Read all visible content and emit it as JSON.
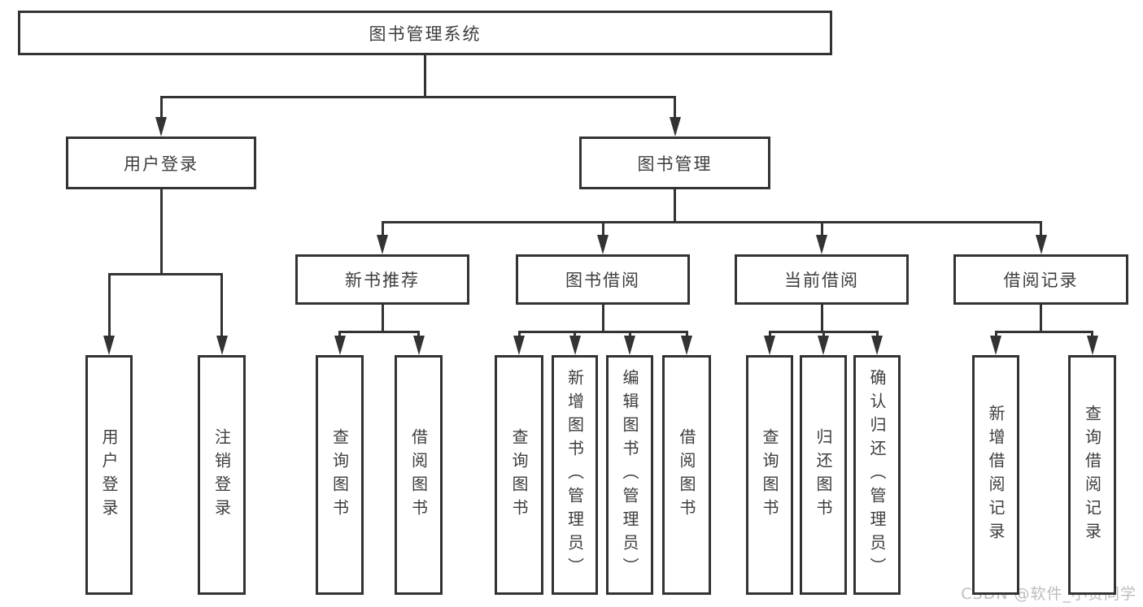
{
  "diagram_title": "图书管理系统",
  "nodes": {
    "root": {
      "label": "图书管理系统",
      "children": [
        "user-login",
        "book-mgmt"
      ]
    },
    "user-login": {
      "label": "用户登录",
      "children": [
        "leaf-user-login",
        "leaf-logout"
      ]
    },
    "book-mgmt": {
      "label": "图书管理",
      "children": [
        "new-book-rec",
        "book-borrow",
        "current-borrow",
        "borrow-record"
      ]
    },
    "new-book-rec": {
      "label": "新书推荐",
      "children": [
        "leaf-query-book-1",
        "leaf-borrow-book-1"
      ]
    },
    "book-borrow": {
      "label": "图书借阅",
      "children": [
        "leaf-query-book-2",
        "leaf-add-book",
        "leaf-edit-book",
        "leaf-borrow-book-2"
      ]
    },
    "current-borrow": {
      "label": "当前借阅",
      "children": [
        "leaf-query-book-3",
        "leaf-return-book",
        "leaf-confirm-return"
      ]
    },
    "borrow-record": {
      "label": "借阅记录",
      "children": [
        "leaf-add-record",
        "leaf-query-record"
      ]
    },
    "leaf-user-login": {
      "label": "用户登录"
    },
    "leaf-logout": {
      "label": "注销登录"
    },
    "leaf-query-book-1": {
      "label": "查询图书"
    },
    "leaf-borrow-book-1": {
      "label": "借阅图书"
    },
    "leaf-query-book-2": {
      "label": "查询图书"
    },
    "leaf-add-book": {
      "label": "新增图书（管理员）"
    },
    "leaf-edit-book": {
      "label": "编辑图书（管理员）"
    },
    "leaf-borrow-book-2": {
      "label": "借阅图书"
    },
    "leaf-query-book-3": {
      "label": "查询图书"
    },
    "leaf-return-book": {
      "label": "归还图书"
    },
    "leaf-confirm-return": {
      "label": "确认归还（管理员）"
    },
    "leaf-add-record": {
      "label": "新增借阅记录"
    },
    "leaf-query-record": {
      "label": "查询借阅记录"
    }
  },
  "watermark": {
    "text": "CSDN @软件_小贺同学"
  },
  "colors": {
    "line": "#333333",
    "text": "#3d3d3d",
    "watermark": "#bdbdbd",
    "background": "#ffffff"
  }
}
